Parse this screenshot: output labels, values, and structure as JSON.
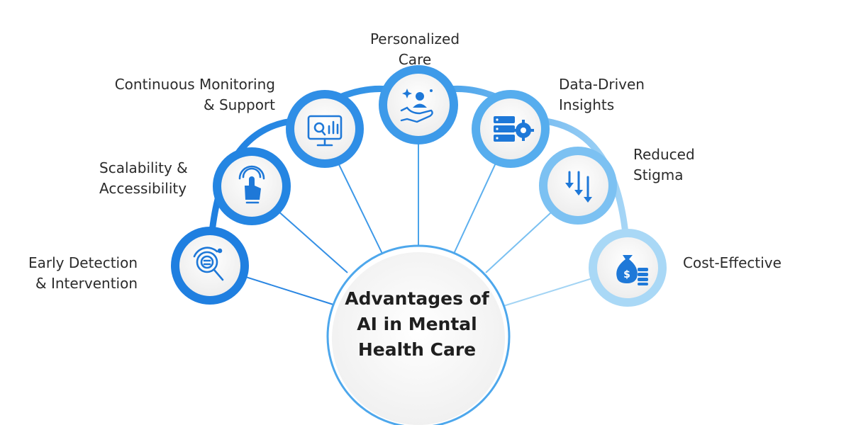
{
  "center": {
    "lines": [
      "Advantages of",
      "AI in Mental",
      "Health Care"
    ]
  },
  "colors": {
    "dark": "#1f7fe0",
    "mid": "#4aa6ec",
    "light": "#9fd3f5",
    "inner_bg": "#f2f2f2",
    "icon": "#1e78d8"
  },
  "advantages": [
    {
      "lines": [
        "Early Detection",
        "& Intervention"
      ],
      "icon": "magnifier-search-icon"
    },
    {
      "lines": [
        "Scalability &",
        "Accessibility"
      ],
      "icon": "hand-pointer-touch-icon"
    },
    {
      "lines": [
        "Continuous Monitoring",
        "& Support"
      ],
      "icon": "monitor-chart-icon"
    },
    {
      "lines": [
        "Personalized",
        "Care"
      ],
      "icon": "hand-person-care-icon"
    },
    {
      "lines": [
        "Data-Driven",
        "Insights"
      ],
      "icon": "server-gear-icon"
    },
    {
      "lines": [
        "Reduced",
        "Stigma"
      ],
      "icon": "down-arrows-icon"
    },
    {
      "lines": [
        "Cost-Effective"
      ],
      "icon": "money-bag-coins-icon"
    }
  ]
}
